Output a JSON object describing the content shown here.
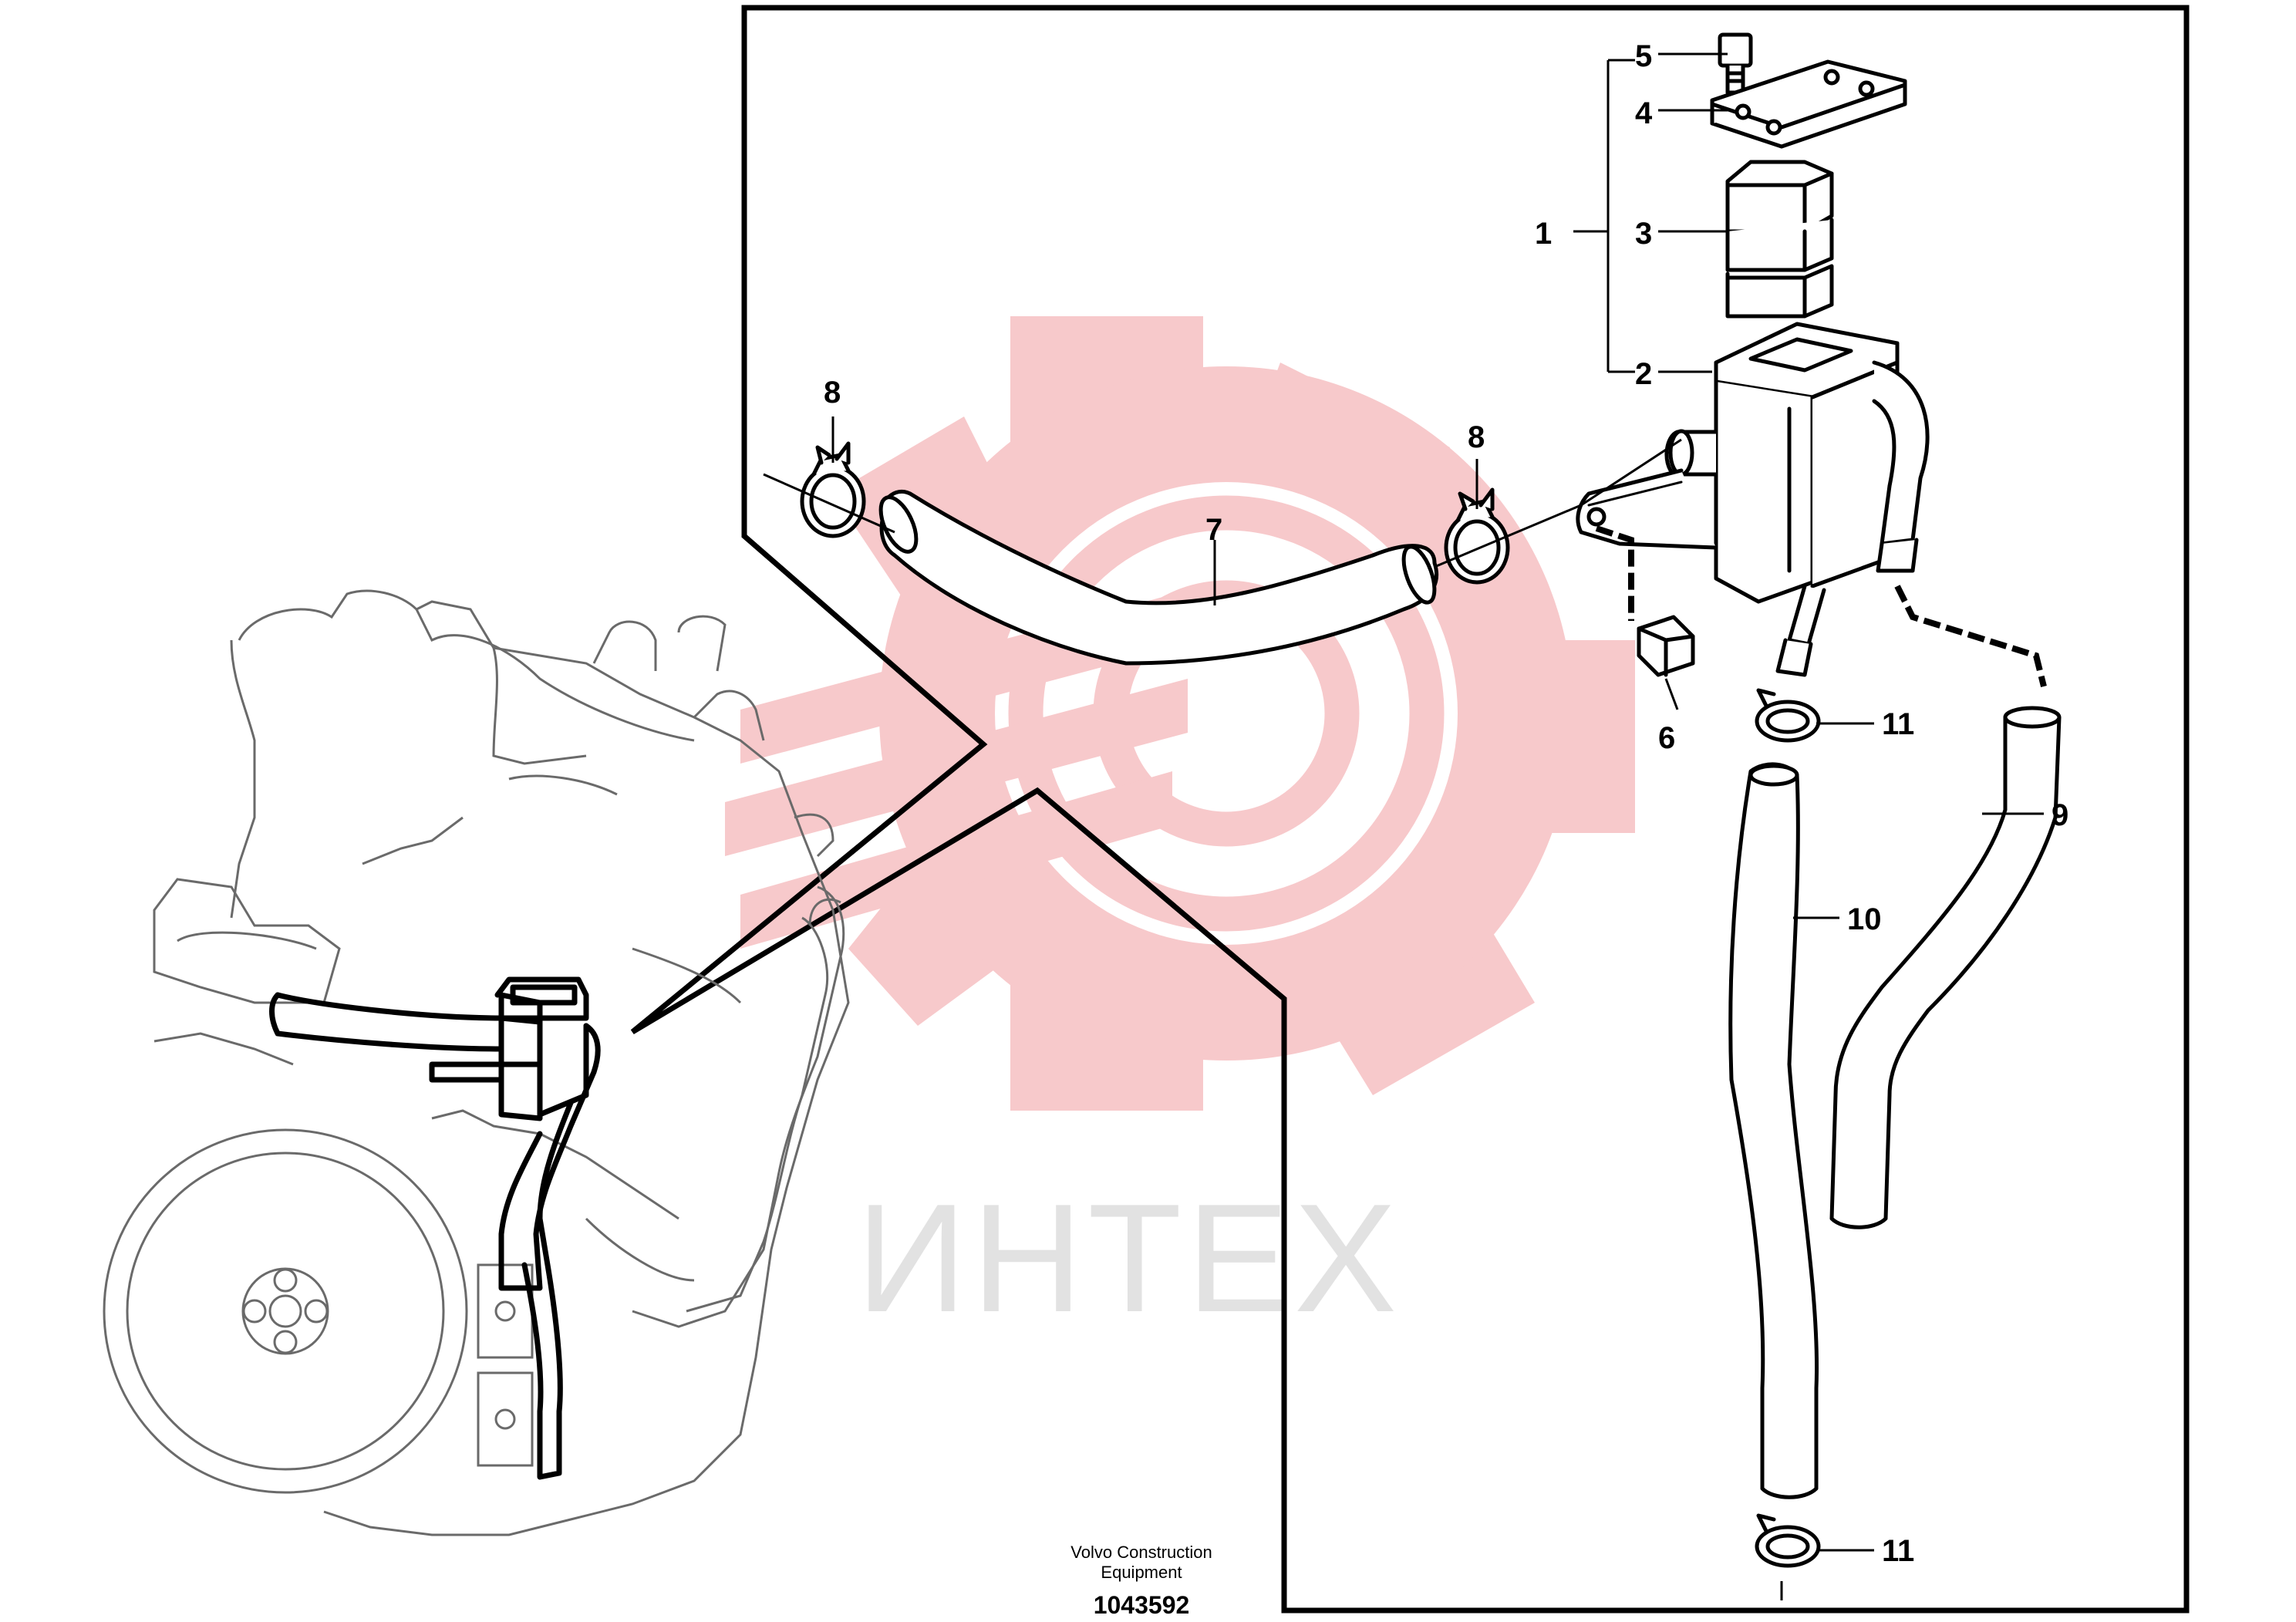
{
  "watermark": {
    "text": "ИНТЕХ",
    "gear_color": "#f7c9cb",
    "text_color": "#e2e2e2"
  },
  "callouts": {
    "c1": "1",
    "c2": "2",
    "c3": "3",
    "c4": "4",
    "c5": "5",
    "c6": "6",
    "c7": "7",
    "c8a": "8",
    "c8b": "8",
    "c9": "9",
    "c10": "10",
    "c11a": "11",
    "c11b": "11"
  },
  "caption": {
    "company_line1": "Volvo Construction",
    "company_line2": "Equipment",
    "part_number": "1043592"
  },
  "colors": {
    "line": "#000000",
    "background": "#ffffff",
    "engine_line": "#555555"
  }
}
